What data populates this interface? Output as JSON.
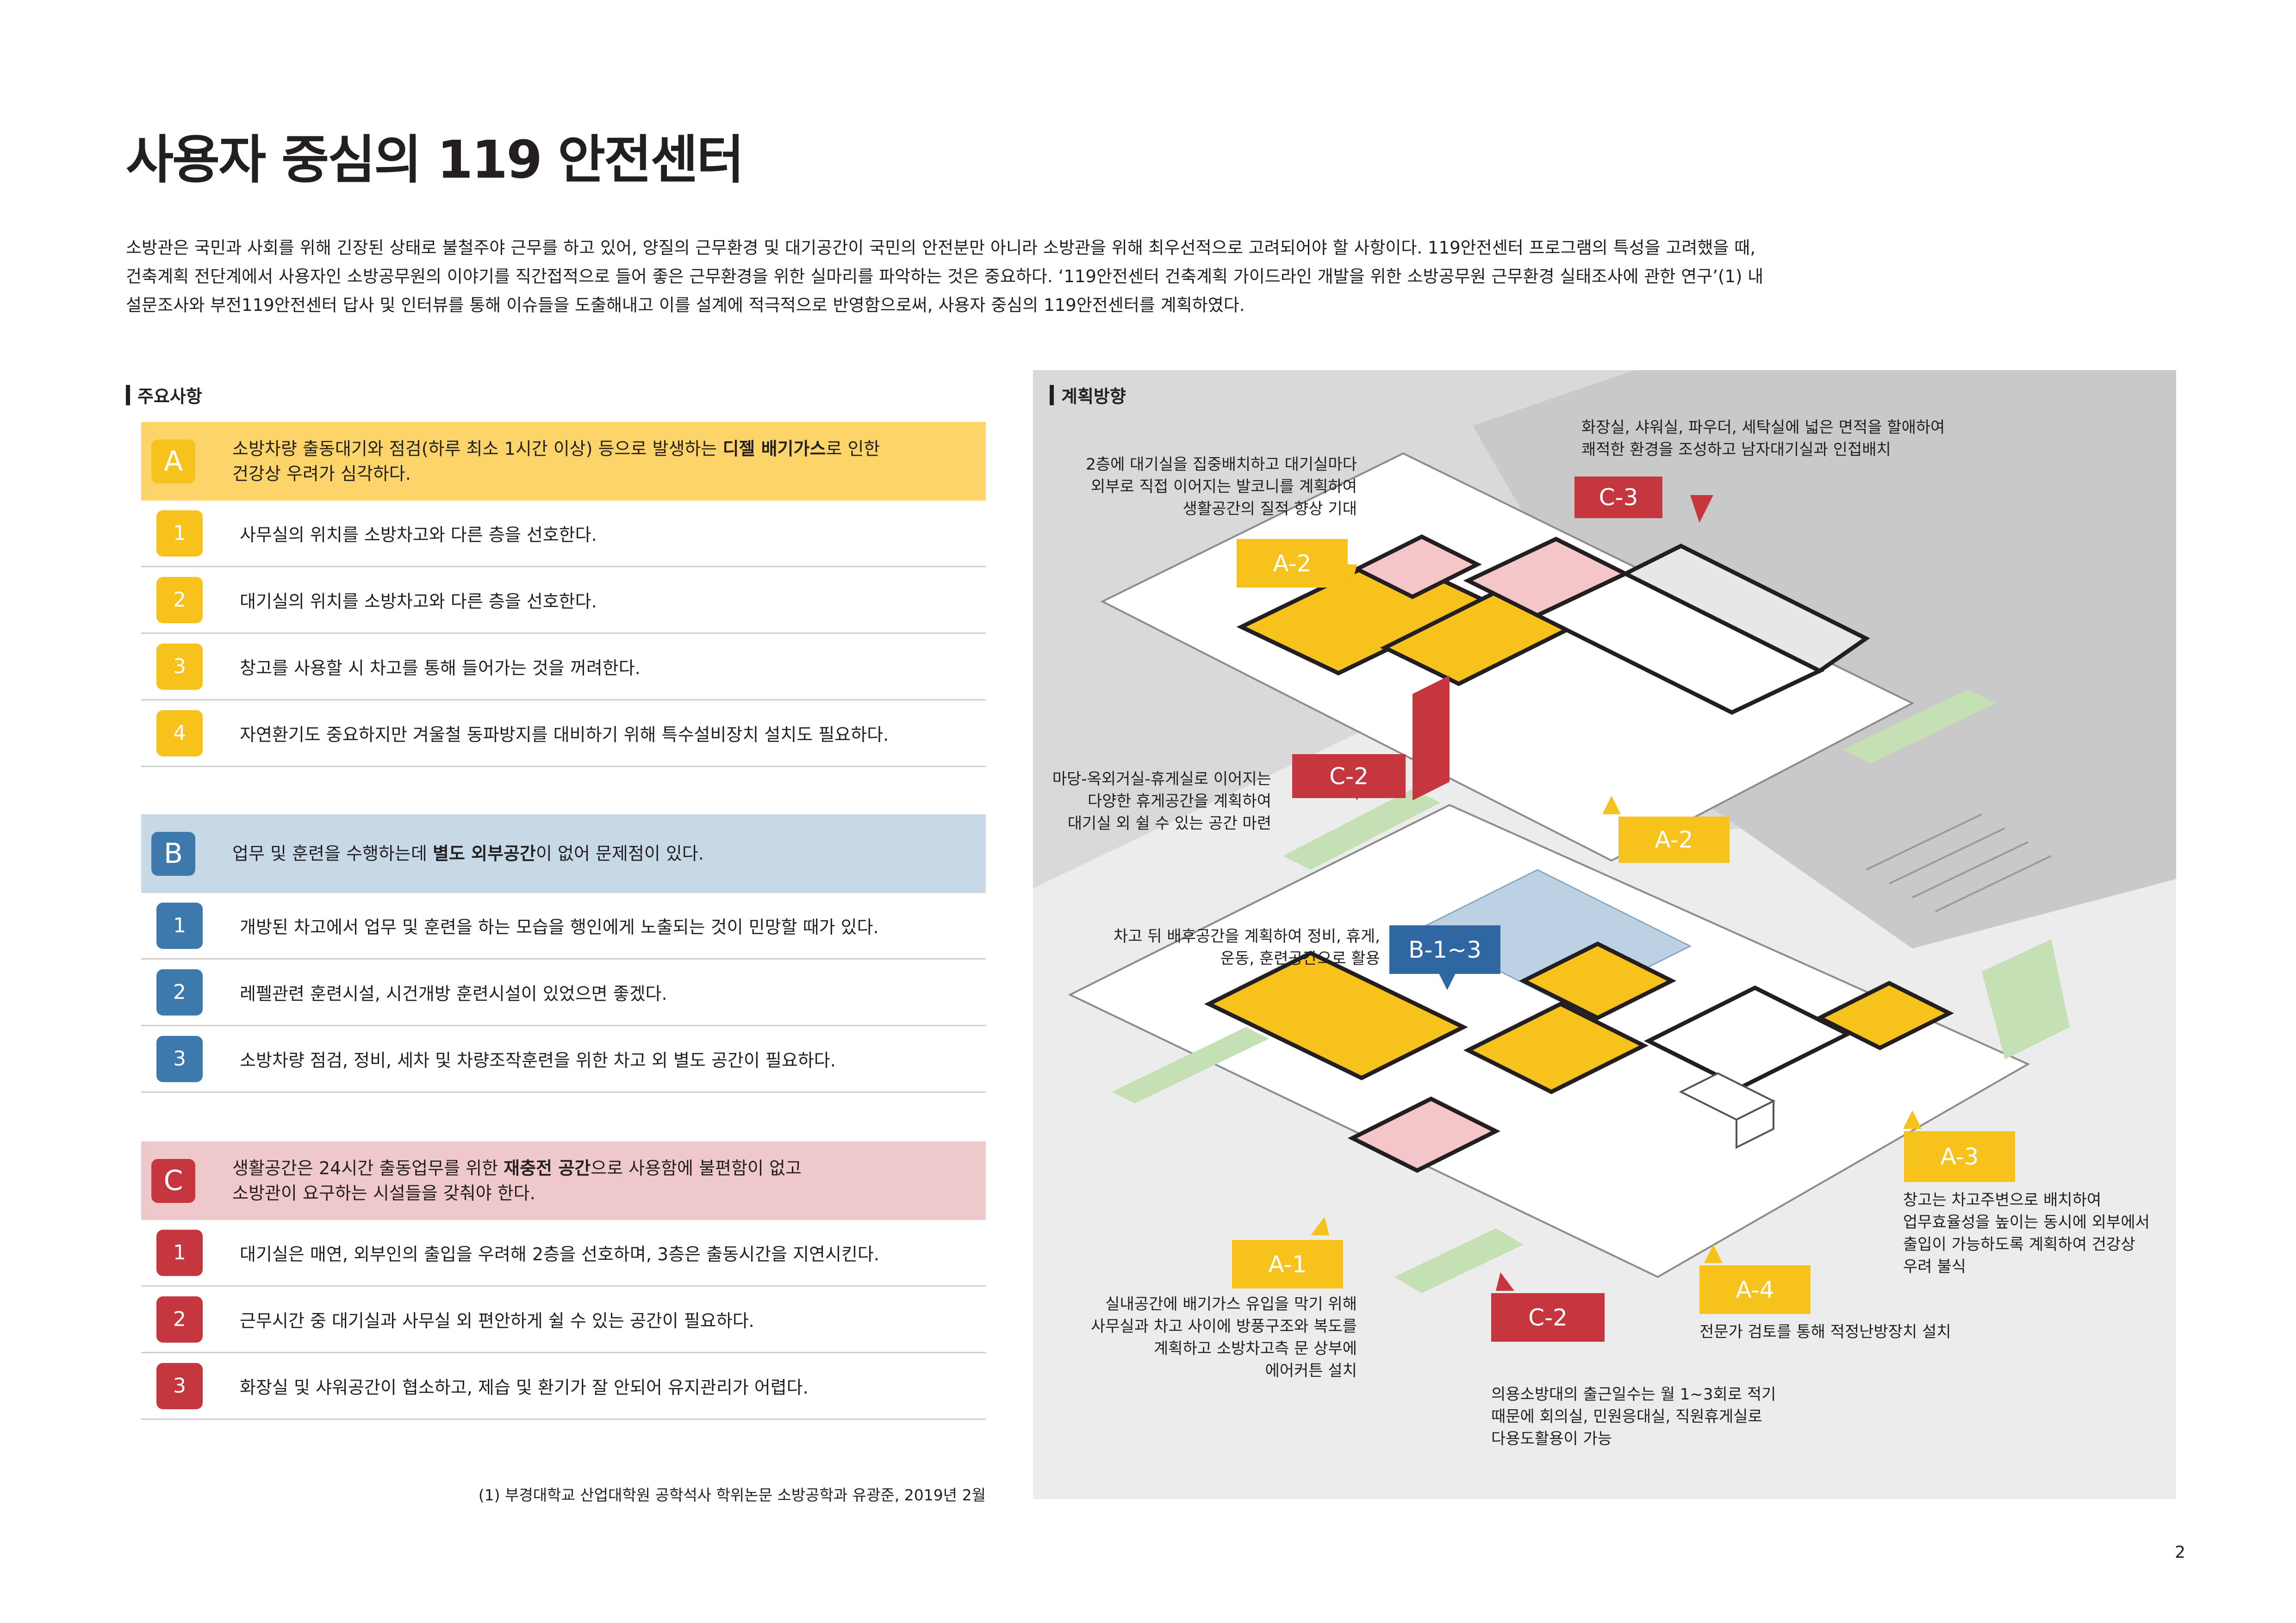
{
  "title": "사용자 중심의 119 안전센터",
  "intro": [
    "소방관은 국민과 사회를 위해 긴장된 상태로 불철주야 근무를 하고 있어, 양질의 근무환경 및 대기공간이 국민의 안전분만 아니라 소방관을 위해 최우선적으로 고려되어야 할 사항이다. 119안전센터 프로그램의 특성을 고려했을 때,",
    "건축계획 전단계에서 사용자인 소방공무원의 이야기를 직간접적으로 들어 좋은 근무환경을 위한 실마리를 파악하는 것은 중요하다. ‘119안전센터 건축계획 가이드라인 개발을 위한 소방공무원 근무환경 실태조사에 관한 연구’(1) 내",
    "설문조사와 부전119안전센터 답사 및 인터뷰를 통해 이슈들을 도출해내고 이를 설계에 적극적으로 반영함으로써, 사용자 중심의 119안전센터를 계획하였다."
  ],
  "left_section": "주요사항",
  "right_section": "계획방향",
  "groups": {
    "A": {
      "letter": "A",
      "color": "#f8c21c",
      "header_bg": "#fdd46a",
      "text_pre": "소방차량 출동대기와 점검(하루 최소 1시간 이상) 등으로 발생하는 ",
      "text_bold": "디젤 배기가스",
      "text_post": "로 인한",
      "text_line2": "건강상 우려가 심각하다.",
      "items": [
        {
          "n": "1",
          "text": "사무실의 위치를 소방차고와 다른 층을 선호한다."
        },
        {
          "n": "2",
          "text": "대기실의 위치를 소방차고와 다른 층을 선호한다."
        },
        {
          "n": "3",
          "text": "창고를 사용할 시 차고를 통해 들어가는 것을 꺼려한다."
        },
        {
          "n": "4",
          "text": "자연환기도 중요하지만 겨울철 동파방지를 대비하기 위해 특수설비장치 설치도 필요하다."
        }
      ]
    },
    "B": {
      "letter": "B",
      "color": "#3e79ad",
      "header_bg": "#c7d8e6",
      "text_pre": "업무 및 훈련을 수행하는데 ",
      "text_bold": "별도 외부공간",
      "text_post": "이 없어 문제점이 있다.",
      "text_line2": "",
      "items": [
        {
          "n": "1",
          "text": "개방된 차고에서 업무 및 훈련을 하는 모습을 행인에게 노출되는 것이 민망할 때가 있다."
        },
        {
          "n": "2",
          "text": "레펠관련 훈련시설, 시건개방 훈련시설이 있었으면 좋겠다."
        },
        {
          "n": "3",
          "text": "소방차량 점검, 정비, 세차 및 차량조작훈련을 위한 차고 외 별도 공간이 필요하다."
        }
      ]
    },
    "C": {
      "letter": "C",
      "color": "#c6363f",
      "header_bg": "#efc8cb",
      "text_pre": "생활공간은 24시간 출동업무를 위한 ",
      "text_bold": "재충전 공간",
      "text_post": "으로 사용함에 불편함이 없고",
      "text_line2": "소방관이 요구하는 시설들을 갖춰야 한다.",
      "items": [
        {
          "n": "1",
          "text": "대기실은 매연, 외부인의 출입을 우려해 2층을 선호하며, 3층은 출동시간을 지연시킨다."
        },
        {
          "n": "2",
          "text": "근무시간 중 대기실과 사무실 외 편안하게 쉴 수 있는 공간이 필요하다."
        },
        {
          "n": "3",
          "text": "화장실 및 샤워공간이 협소하고, 제습 및 환기가 잘 안되어 유지관리가 어렵다."
        }
      ]
    }
  },
  "footnote": "(1)  부경대학교 산업대학원 공학석사 학위논문 소방공학과   유광준, 2019년 2월",
  "page_number": "2",
  "plan": {
    "tags": {
      "c3_top": "C-3",
      "a2_top": "A-2",
      "c2_mid": "C-2",
      "a2_mid": "A-2",
      "b13": "B-1~3",
      "a3": "A-3",
      "a1": "A-1",
      "a4": "A-4",
      "c2_bot": "C-2"
    },
    "callouts": {
      "c3": [
        "화장실, 샤워실, 파우더, 세탁실에 넓은 면적을 할애하여",
        "쾌적한 환경을 조성하고 남자대기실과 인접배치"
      ],
      "a2": [
        "2층에 대기실을 집중배치하고 대기실마다",
        "외부로 직접 이어지는 발코니를 계획하여",
        "생활공간의 질적 향상 기대"
      ],
      "c2_mid": [
        "마당-옥외거실-휴게실로  이어지는",
        "다양한 휴게공간을 계획하여",
        "대기실 외 쉴 수 있는 공간 마련"
      ],
      "b13": [
        "차고 뒤 배후공간을 계획하여 정비, 휴게,",
        "운동, 훈련공간으로 활용"
      ],
      "a3": [
        "창고는 차고주변으로 배치하여",
        "업무효율성을 높이는 동시에 외부에서",
        "출입이 가능하도록 계획하여 건강상",
        "우려 불식"
      ],
      "a1": [
        "실내공간에 배기가스 유입을 막기 위해",
        "사무실과 차고 사이에 방풍구조와 복도를",
        "계획하고 소방차고측 문 상부에",
        "에어커튼 설치"
      ],
      "a4": [
        "전문가 검토를 통해 적정난방장치 설치"
      ],
      "c2_bot": [
        "의용소방대의 출근일수는 월 1~3회로 적기",
        "때문에 회의실, 민원응대실, 직원휴게실로",
        "다용도활용이 가능"
      ]
    }
  }
}
